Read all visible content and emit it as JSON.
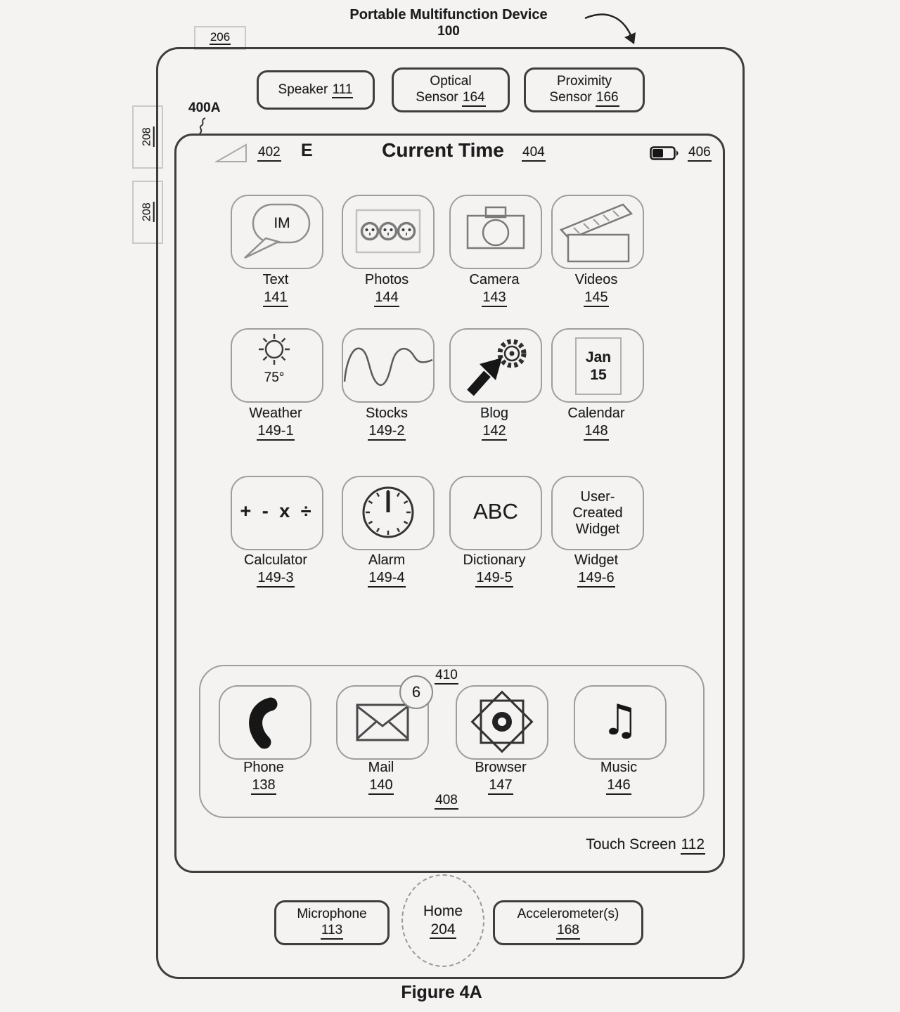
{
  "header": {
    "title": "Portable Multifunction Device",
    "ref": "100"
  },
  "refs": {
    "r206": "206",
    "r208a": "208",
    "r208b": "208",
    "r400a": "400A"
  },
  "hardware": {
    "speaker": {
      "label": "Speaker",
      "ref": "111"
    },
    "optical": {
      "line1": "Optical",
      "line2": "Sensor",
      "ref": "164"
    },
    "proximity": {
      "line1": "Proximity",
      "line2": "Sensor",
      "ref": "166"
    },
    "microphone": {
      "label": "Microphone",
      "ref": "113"
    },
    "home": {
      "label": "Home",
      "ref": "204"
    },
    "accelerometer": {
      "label": "Accelerometer(s)",
      "ref": "168"
    }
  },
  "status": {
    "signal_ref": "402",
    "operator": "E",
    "time_label": "Current Time",
    "time_ref": "404",
    "battery_ref": "406"
  },
  "apps": [
    {
      "name": "Text",
      "ref": "141",
      "icon_text": "IM"
    },
    {
      "name": "Photos",
      "ref": "144"
    },
    {
      "name": "Camera",
      "ref": "143"
    },
    {
      "name": "Videos",
      "ref": "145"
    },
    {
      "name": "Weather",
      "ref": "149-1",
      "icon_text": "75°"
    },
    {
      "name": "Stocks",
      "ref": "149-2"
    },
    {
      "name": "Blog",
      "ref": "142"
    },
    {
      "name": "Calendar",
      "ref": "148",
      "icon_line1": "Jan",
      "icon_line2": "15"
    },
    {
      "name": "Calculator",
      "ref": "149-3",
      "icon_text": "+ - x ÷"
    },
    {
      "name": "Alarm",
      "ref": "149-4"
    },
    {
      "name": "Dictionary",
      "ref": "149-5",
      "icon_text": "ABC"
    },
    {
      "name": "Widget",
      "ref": "149-6",
      "icon_line1": "User-",
      "icon_line2": "Created",
      "icon_line3": "Widget"
    }
  ],
  "dock": {
    "ref_above": "410",
    "ref_below": "408",
    "apps": [
      {
        "name": "Phone",
        "ref": "138"
      },
      {
        "name": "Mail",
        "ref": "140",
        "badge": "6"
      },
      {
        "name": "Browser",
        "ref": "147"
      },
      {
        "name": "Music",
        "ref": "146",
        "icon_text": "♫"
      }
    ]
  },
  "screen": {
    "touch_label": "Touch Screen",
    "touch_ref": "112"
  },
  "caption": "Figure 4A"
}
